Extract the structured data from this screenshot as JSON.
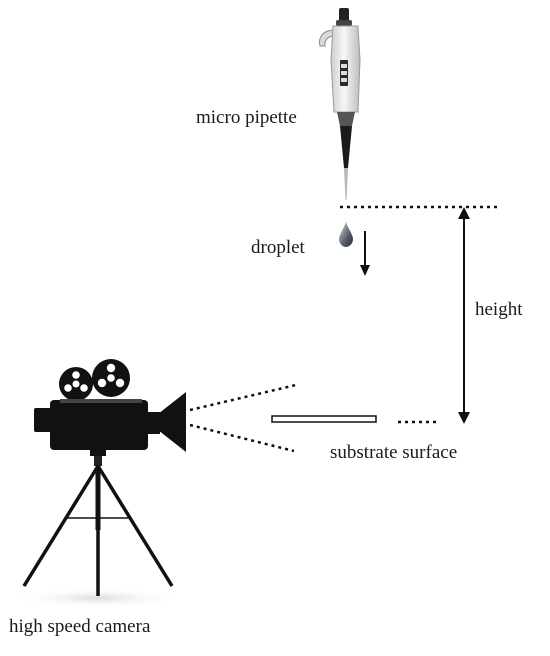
{
  "labels": {
    "pipette": "micro pipette",
    "droplet": "droplet",
    "height": "height",
    "substrate": "substrate surface",
    "camera": "high speed camera"
  },
  "icons": {
    "pipette": "micro-pipette-icon",
    "droplet": "water-drop-icon",
    "camera": "movie-camera-icon",
    "tripod": "tripod-icon"
  },
  "colors": {
    "ink": "#111111",
    "pipette_body": "#e9e9e9",
    "pipette_tip": "#1b1b1b"
  }
}
